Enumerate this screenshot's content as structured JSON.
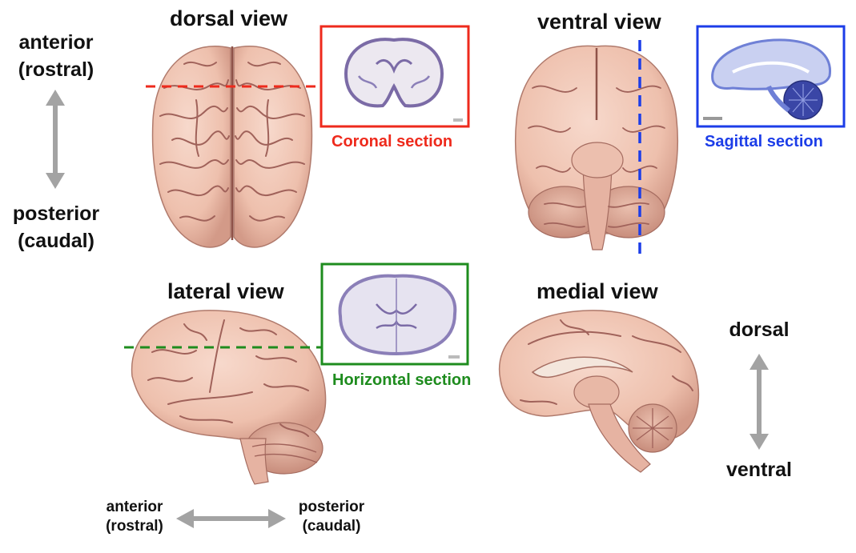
{
  "views": {
    "dorsal": "dorsal view",
    "ventral": "ventral view",
    "lateral": "lateral view",
    "medial": "medial view"
  },
  "sections": {
    "coronal": {
      "label": "Coronal section",
      "color": "#ee2a1c"
    },
    "sagittal": {
      "label": "Sagittal section",
      "color": "#1c3de8"
    },
    "horizontal": {
      "label": "Horizontal section",
      "color": "#1e8c1e"
    }
  },
  "axes": {
    "left_top_1": "anterior",
    "left_top_2": "(rostral)",
    "left_bottom_1": "posterior",
    "left_bottom_2": "(caudal)",
    "right_top": "dorsal",
    "right_bottom": "ventral",
    "bottom_left_1": "anterior",
    "bottom_left_2": "(rostral)",
    "bottom_right_1": "posterior",
    "bottom_right_2": "(caudal)"
  },
  "colors": {
    "brain_fill": "#f0c6b4",
    "brain_shade": "#cf9483",
    "sulcus": "#9d5d52",
    "arrow": "#a3a3a3",
    "stain": "#8b7fb8",
    "sagittal_stain": "#6f80d6"
  }
}
